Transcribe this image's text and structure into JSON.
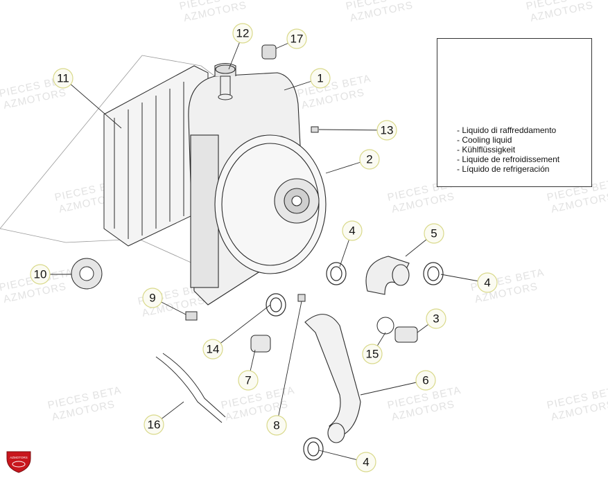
{
  "watermark": {
    "line1": "PIECES BETA",
    "line2": "AZMOTORS"
  },
  "callouts": [
    "12",
    "17",
    "11",
    "1",
    "13",
    "2",
    "4",
    "5",
    "4",
    "10",
    "9",
    "3",
    "14",
    "15",
    "7",
    "6",
    "16",
    "8",
    "4"
  ],
  "legend": {
    "items": [
      "Liquido di raffreddamento",
      "Cooling liquid",
      "Kühlflüssigkeit",
      "Liquide de refroidissement",
      "Líquido de refrigeración"
    ]
  },
  "logo": {
    "text": "AZMOTORS",
    "color": "#c8161d"
  },
  "colors": {
    "line": "#2a2a2a",
    "callout_fill": "#fbfbf2",
    "callout_ring": "#d9d98a"
  }
}
